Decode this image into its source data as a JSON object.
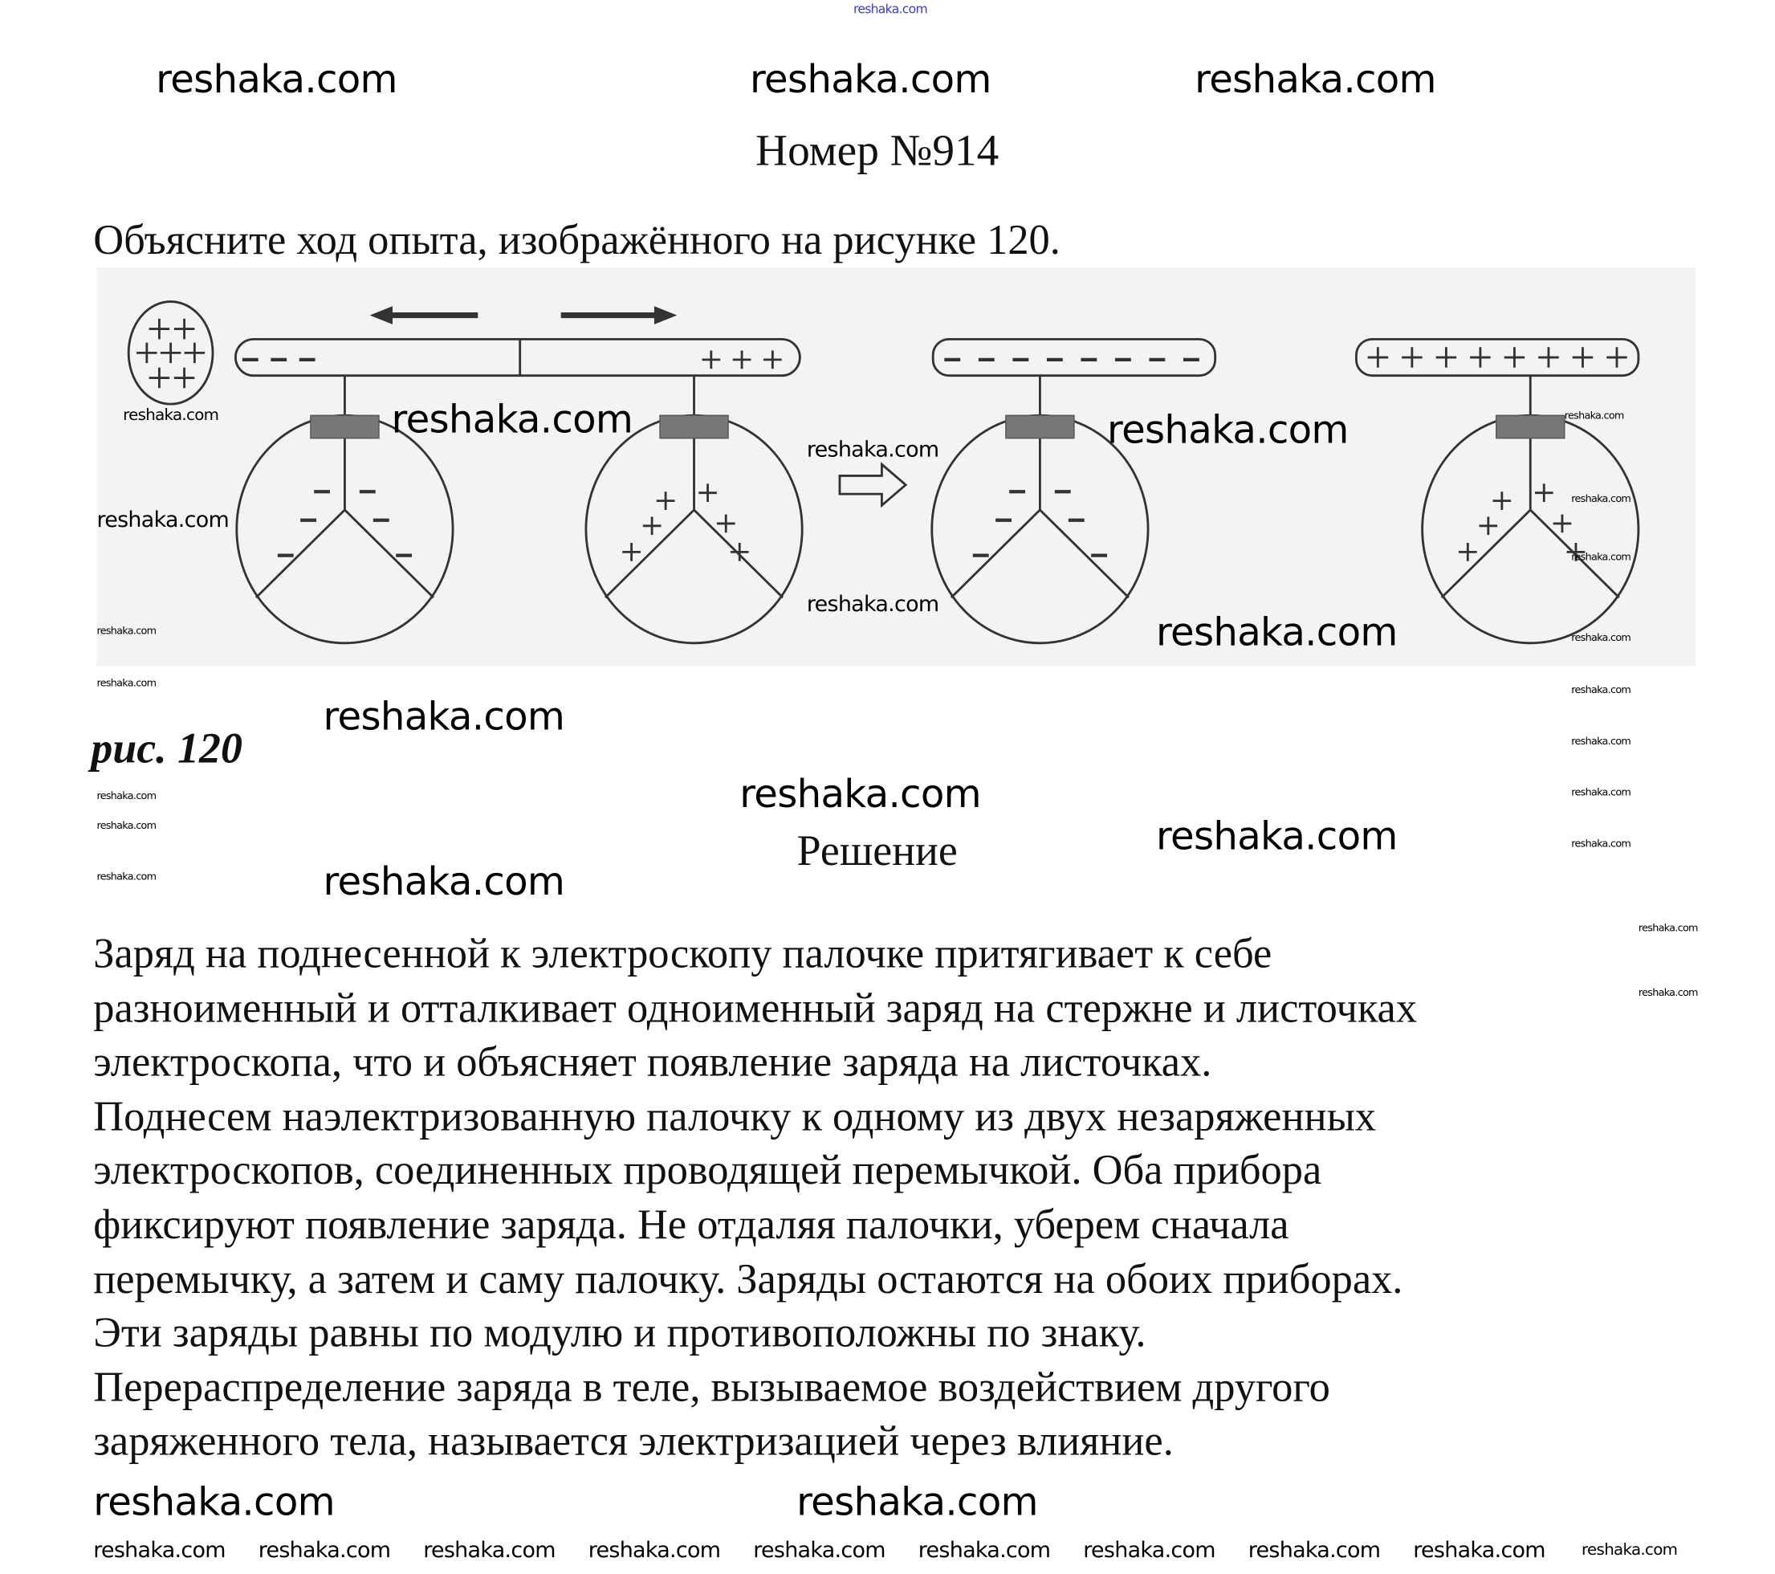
{
  "title": "Номер №914",
  "question": "Объясните ход опыта, изображённого на рисунке 120.",
  "figure": {
    "caption": "рис. 120",
    "ball_charge": "+",
    "rod_left_charge": "- - -",
    "rod_right_charge": "+++",
    "colors": {
      "line": "#333333",
      "clamp": "#777777",
      "background": "#f3f3f3"
    }
  },
  "solution_title": "Решение",
  "solution_lines": [
    "Заряд на поднесенной к электроскопу палочке притягивает к себе",
    "разноименный и отталкивает одноименный заряд на стержне и листочках",
    "электроскопа, что и объясняет появление заряда на листочках.",
    "Поднесем наэлектризованную палочку к одному из двух незаряженных",
    "электроскопов, соединенных проводящей перемычкой. Оба прибора",
    "фиксируют появление заряда. Не отдаляя палочки, уберем сначала",
    "перемычку, а затем и саму палочку. Заряды остаются на обоих приборах.",
    "Эти заряды равны по модулю и противоположны по знаку.",
    "Перераспределение заряда в теле, вызываемое воздействием другого",
    "заряженного тела, называется электризацией через влияние."
  ],
  "watermark": "reshaka.com"
}
